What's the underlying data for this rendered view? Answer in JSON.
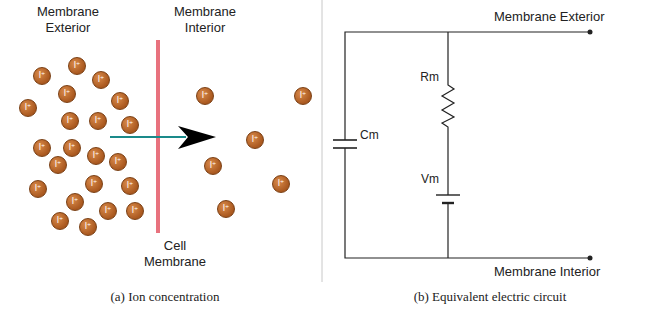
{
  "diagram": {
    "nodes": [
      {
        "text": [
          "I⁺"
        ]
      },
      {
        "text": [
          "I⁺"
        ]
      },
      {
        "text": [
          "I⁺"
        ]
      },
      {
        "text": [
          "I⁺"
        ]
      },
      {
        "text": [
          "I⁺"
        ]
      },
      {
        "text": [
          "I⁺"
        ]
      },
      {
        "text": [
          "I⁺"
        ]
      },
      {
        "text": [
          "I⁺"
        ]
      },
      {
        "text": [
          "I⁺"
        ]
      },
      {
        "text": [
          "I⁺"
        ]
      },
      {
        "text": [
          "I⁺"
        ]
      },
      {
        "text": [
          "I⁺"
        ]
      },
      {
        "text": [
          "I⁺"
        ]
      },
      {
        "text": [
          "I⁺"
        ]
      },
      {
        "text": [
          "I⁺"
        ]
      },
      {
        "text": [
          "I⁺"
        ]
      },
      {
        "text": [
          "I⁺"
        ]
      },
      {
        "text": [
          "I⁺"
        ]
      },
      {
        "text": [
          "I⁺"
        ]
      },
      {
        "text": [
          "I⁺"
        ]
      },
      {
        "text": [
          "I⁺"
        ]
      },
      {
        "text": [
          "I⁺"
        ]
      },
      {
        "text": [
          "I⁺"
        ]
      },
      {
        "text": [
          "I⁺"
        ]
      },
      {
        "text": [
          "I⁺"
        ]
      },
      {
        "text": [
          "I⁺"
        ]
      },
      {
        "text": [
          "I⁺"
        ]
      },
      {
        "text": [
          "I⁺"
        ]
      }
    ],
    "labels": [
      "Membrane Exterior",
      "Membrane Interior",
      "Cell Membrane",
      "Cm",
      "Rm",
      "Vm",
      "Membrane Exterior",
      "Membrane Interior",
      "(a) Ion concentration",
      "(b) Equivalent electric circuit"
    ]
  }
}
